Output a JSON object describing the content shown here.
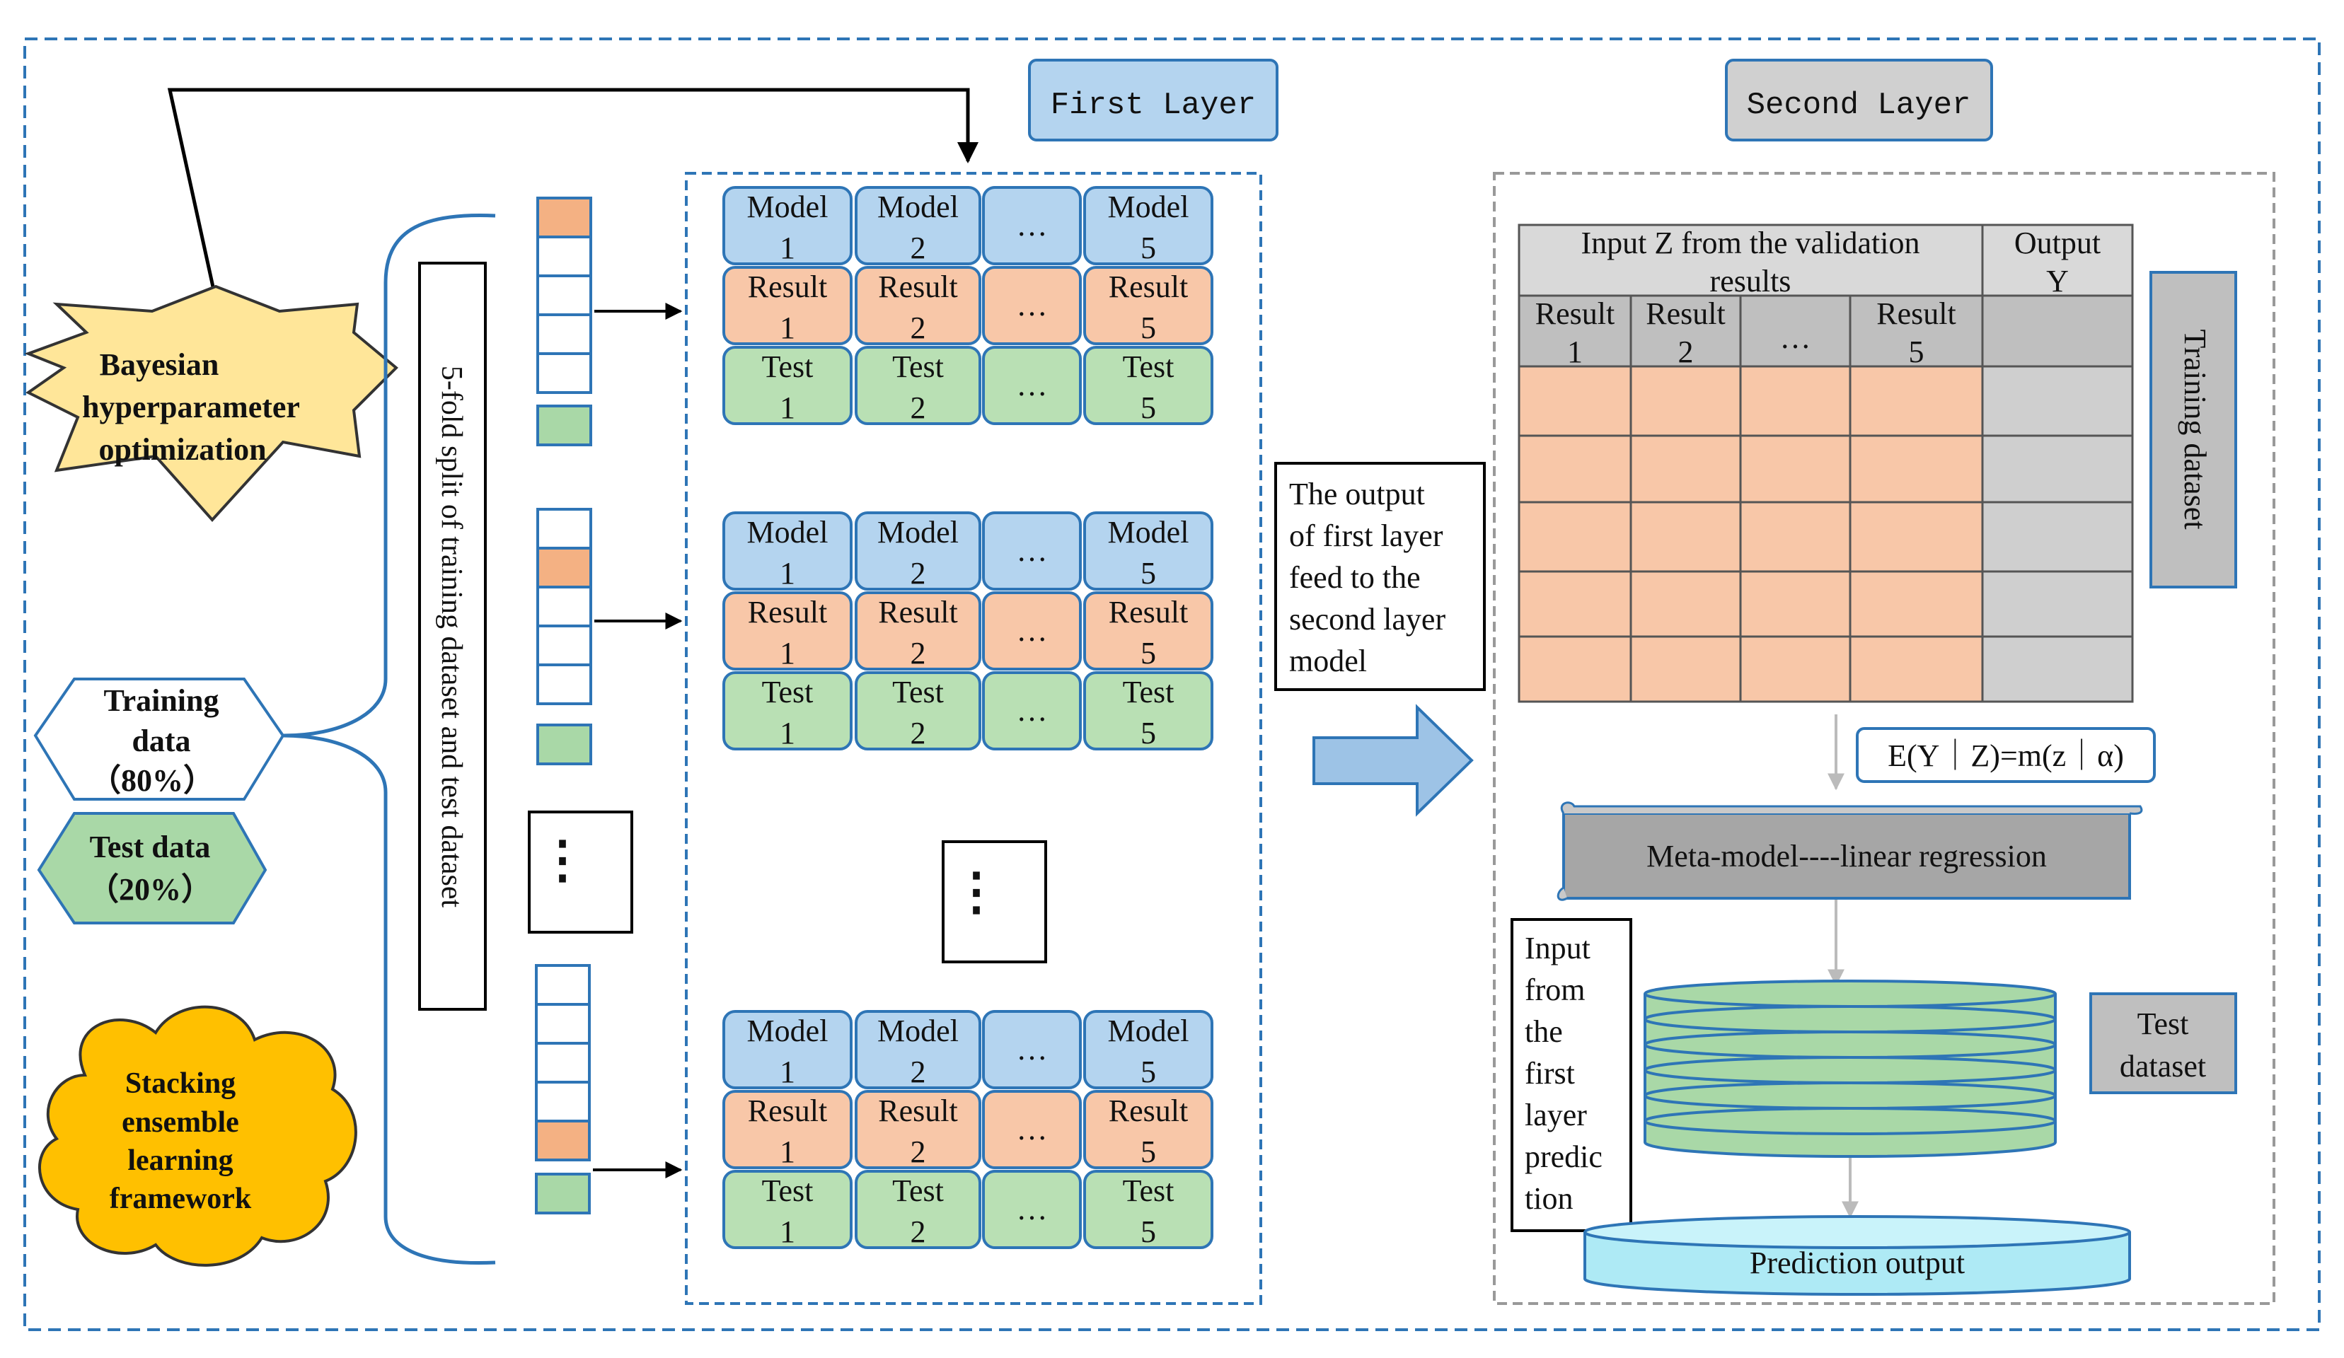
{
  "labels": {
    "first_layer": "First Layer",
    "second_layer": "Second Layer",
    "bayesian_line1": "Bayesian",
    "bayesian_line2": "hyperparameter",
    "bayesian_line3": "optimization",
    "training_data_line1": "Training",
    "training_data_line2": "data",
    "training_data_line3": "（80%）",
    "test_data_line1": "Test data",
    "test_data_line2": "（20%）",
    "stacking_line1": "Stacking",
    "stacking_line2": "ensemble",
    "stacking_line3": "learning",
    "stacking_line4": "framework",
    "fold_split": "5-fold split of training dataset and test dataset",
    "vertical_dots": "⋮",
    "output_feed_line1": "The    output",
    "output_feed_line2": "of  first layer",
    "output_feed_line3": "feed   to   the",
    "output_feed_line4": "second  layer",
    "output_feed_line5": "model",
    "input_z_line1": "Input Z from the validation",
    "input_z_line2": "results",
    "output_y_line1": "Output",
    "output_y_line2": "Y",
    "training_dataset": "Training dataset",
    "formula": "E(Y｜Z)=m(z｜α)",
    "meta_model": "Meta-model----linear regression",
    "input_first_line1": "Input",
    "input_first_line2": "from",
    "input_first_line3": "the",
    "input_first_line4": "first",
    "input_first_line5": "layer",
    "input_first_line6": "predic",
    "input_first_line7": "tion",
    "test_dataset_line1": "Test",
    "test_dataset_line2": "dataset",
    "prediction_output": "Prediction output"
  },
  "model_grid": {
    "row_labels": [
      "Model",
      "Result",
      "Test"
    ],
    "col_numbers": [
      "1",
      "2",
      "…",
      "5"
    ]
  },
  "meta_table": {
    "headers": [
      "Result",
      "Result",
      "…",
      "Result"
    ],
    "header_numbers": [
      "1",
      "2",
      "",
      "5"
    ]
  },
  "colors": {
    "model_fill": "#b4d4ef",
    "result_fill": "#f8c7a8",
    "test_fill": "#b9e0b4",
    "fold_orange": "#f4b183",
    "fold_green": "#a9d8a7",
    "star_fill": "#ffe699",
    "cloud_fill": "#ffc000",
    "hex_green": "#a9d8a7",
    "gray_fill": "#bfbfbf",
    "arrow_blue": "#9dc3e6",
    "frame_blue": "#2e75b6"
  }
}
